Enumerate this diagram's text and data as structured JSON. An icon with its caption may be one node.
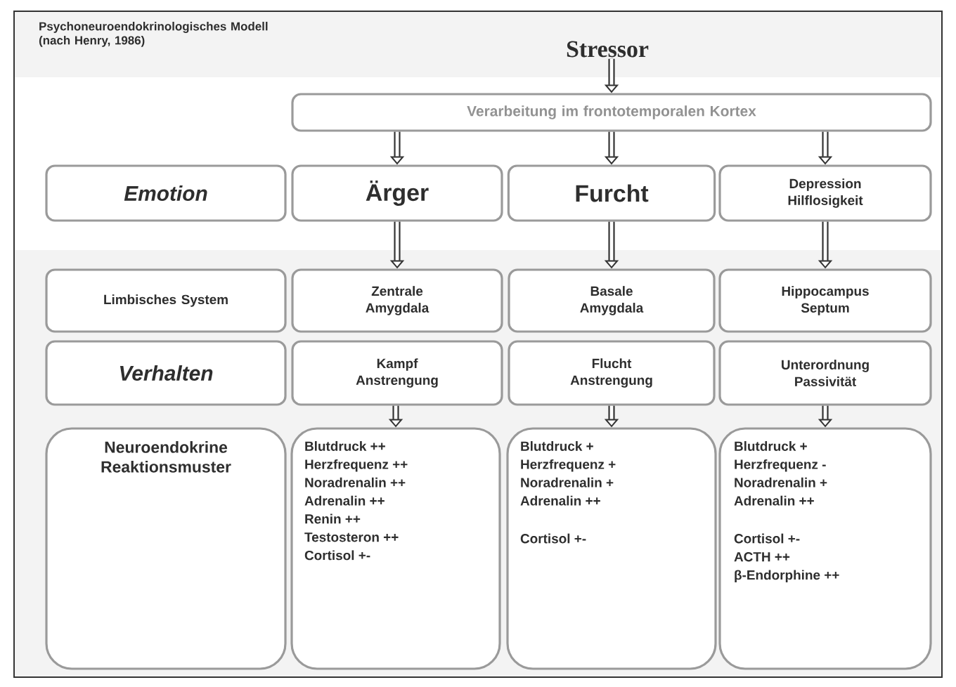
{
  "diagram": {
    "title": "Psychoneuroendokrinologisches Modell (nach Henry, 1986)",
    "nodes": [
      {
        "text": [
          "Stressor"
        ]
      },
      {
        "text": [
          "Verarbeitung im frontotemporalen Kortex"
        ]
      },
      {
        "text": [
          "Emotion"
        ]
      },
      {
        "text": [
          "Ärger"
        ]
      },
      {
        "text": [
          "Furcht"
        ]
      },
      {
        "text": [
          "Depression Hilflosigkeit"
        ]
      },
      {
        "text": [
          "Limbisches System"
        ]
      },
      {
        "text": [
          "Zentrale Amygdala"
        ]
      },
      {
        "text": [
          "Basale Amygdala"
        ]
      },
      {
        "text": [
          "Hippocampus Septum"
        ]
      },
      {
        "text": [
          "Verhalten"
        ]
      },
      {
        "text": [
          "Kampf Anstrengung"
        ]
      },
      {
        "text": [
          "Flucht Anstrengung"
        ]
      },
      {
        "text": [
          "Unterordnung Passivität"
        ]
      },
      {
        "text": [
          "Neuroendokrine Reaktionsmuster"
        ]
      },
      {
        "text": [
          "Blutdruck ++",
          "Herzfrequenz ++",
          "Noradrenalin ++",
          "Adrenalin ++",
          "Renin ++",
          "Testosteron ++",
          "Cortisol +-"
        ]
      },
      {
        "text": [
          "Blutdruck +",
          "Herzfrequenz +",
          "Noradrenalin +",
          "Adrenalin ++",
          "Cortisol +-"
        ]
      },
      {
        "text": [
          "Blutdruck +",
          "Herzfrequenz -",
          "Noradrenalin +",
          "Adrenalin ++",
          "Cortisol +-",
          "ACTH ++",
          "β-Endorphine ++"
        ]
      }
    ],
    "edges": [
      {
        "from": 0,
        "to": 1,
        "arrow": "to"
      },
      {
        "from": 1,
        "to": 3,
        "arrow": "to"
      },
      {
        "from": 1,
        "to": 4,
        "arrow": "to"
      },
      {
        "from": 1,
        "to": 5,
        "arrow": "to"
      },
      {
        "from": 3,
        "to": 7,
        "arrow": "to"
      },
      {
        "from": 4,
        "to": 8,
        "arrow": "to"
      },
      {
        "from": 5,
        "to": 9,
        "arrow": "to"
      },
      {
        "from": 11,
        "to": 15,
        "arrow": "to"
      },
      {
        "from": 12,
        "to": 16,
        "arrow": "to"
      },
      {
        "from": 13,
        "to": 17,
        "arrow": "to"
      }
    ]
  }
}
